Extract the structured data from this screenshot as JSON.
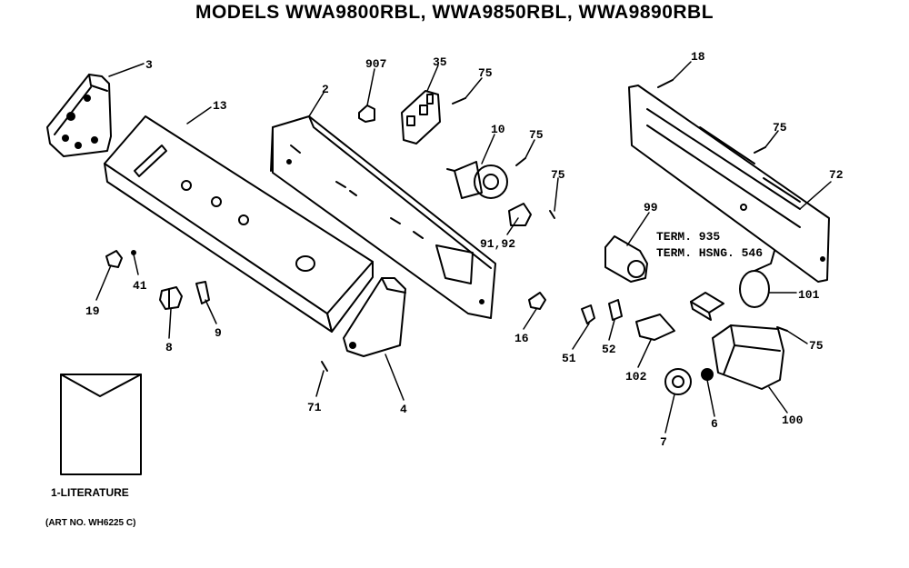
{
  "title": "MODELS WWA9800RBL, WWA9850RBL, WWA9890RBL",
  "labels": {
    "p3": "3",
    "p13": "13",
    "p2": "2",
    "p907": "907",
    "p35": "35",
    "p75a": "75",
    "p10": "10",
    "p75b": "75",
    "p75c": "75",
    "p9192": "91,92",
    "p99": "99",
    "p18": "18",
    "p75d": "75",
    "p72": "72",
    "p19": "19",
    "p41": "41",
    "p8": "8",
    "p9": "9",
    "p71": "71",
    "p4": "4",
    "p16": "16",
    "p51": "51",
    "p52": "52",
    "p102": "102",
    "p7": "7",
    "p6": "6",
    "p100": "100",
    "p75e": "75",
    "p101": "101"
  },
  "term_935": "TERM. 935",
  "term_hsng": "TERM. HSNG. 546",
  "literature": {
    "label": "1-LITERATURE",
    "art_no": "(ART NO. WH6225 C)"
  }
}
